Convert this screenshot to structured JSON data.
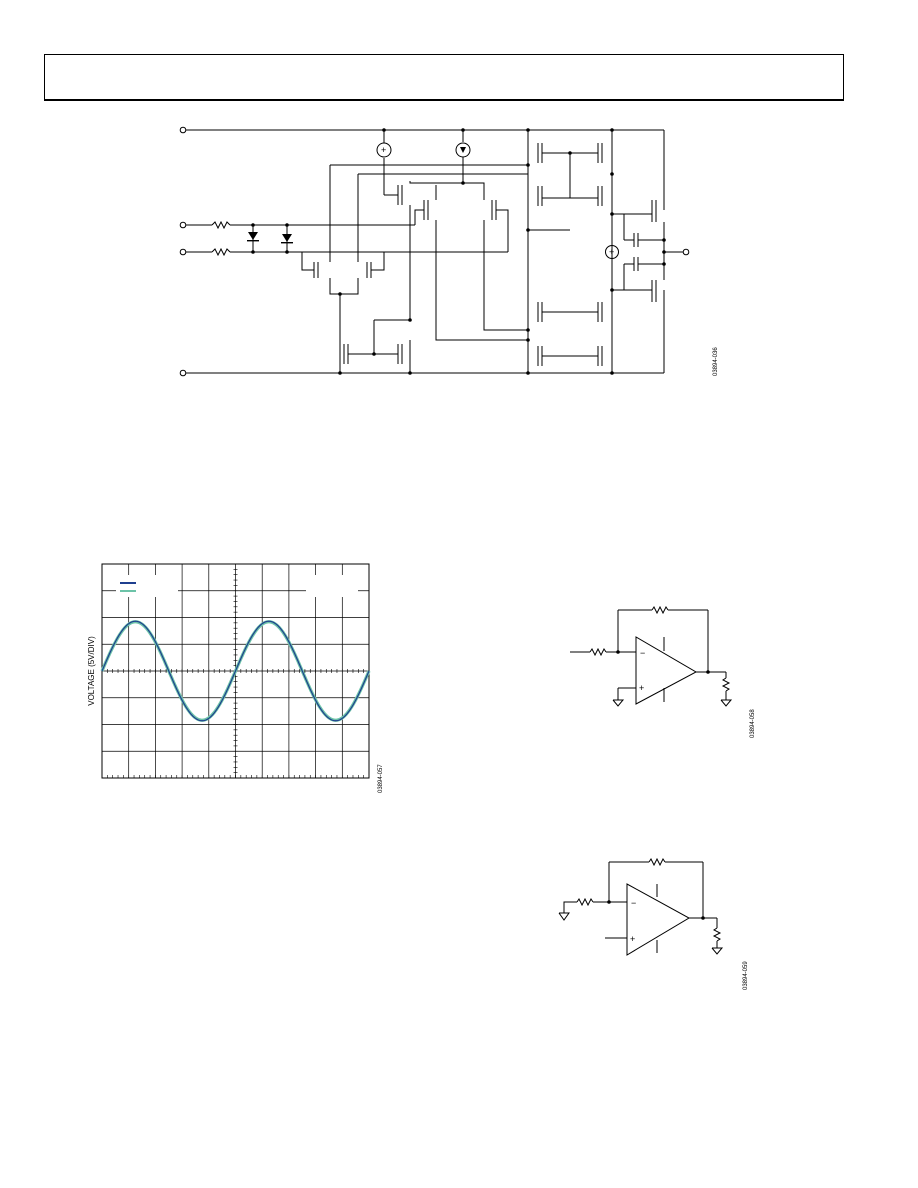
{
  "header": {
    "title": ""
  },
  "figures": {
    "schematic": {
      "id": "03894-036"
    },
    "scope": {
      "id": "03894-057",
      "ylabel": "VOLTAGE (5V/DIV)",
      "colors": {
        "series_a": "#1f3f8f",
        "series_b": "#6cc3a8"
      }
    },
    "inverting_amp": {
      "id": "03894-058",
      "minus": "−",
      "plus": "+"
    },
    "noninverting_amp": {
      "id": "03894-059",
      "minus": "−",
      "plus": "+"
    }
  },
  "chart_data": {
    "type": "line",
    "title": "",
    "ylabel": "VOLTAGE (5V/DIV)",
    "xlabel": "",
    "grid": true,
    "grid_divisions": {
      "x": 10,
      "y": 8
    },
    "series": [
      {
        "values_div": [
          0.0,
          1.86,
          1.86,
          0.0,
          -1.86,
          -1.86,
          0.0,
          1.86,
          1.86,
          0.0,
          -1.86,
          -1.86,
          0.0
        ]
      },
      {
        "values_div": [
          0.0,
          1.84,
          1.84,
          0.0,
          -1.84,
          -1.84,
          0.0,
          1.84,
          1.84,
          0.0,
          -1.84,
          -1.84,
          0.0
        ]
      }
    ],
    "x_div": [
      0,
      0.833,
      1.667,
      2.5,
      3.333,
      4.167,
      5.0,
      5.833,
      6.667,
      7.5,
      8.333,
      9.167,
      10.0
    ]
  }
}
